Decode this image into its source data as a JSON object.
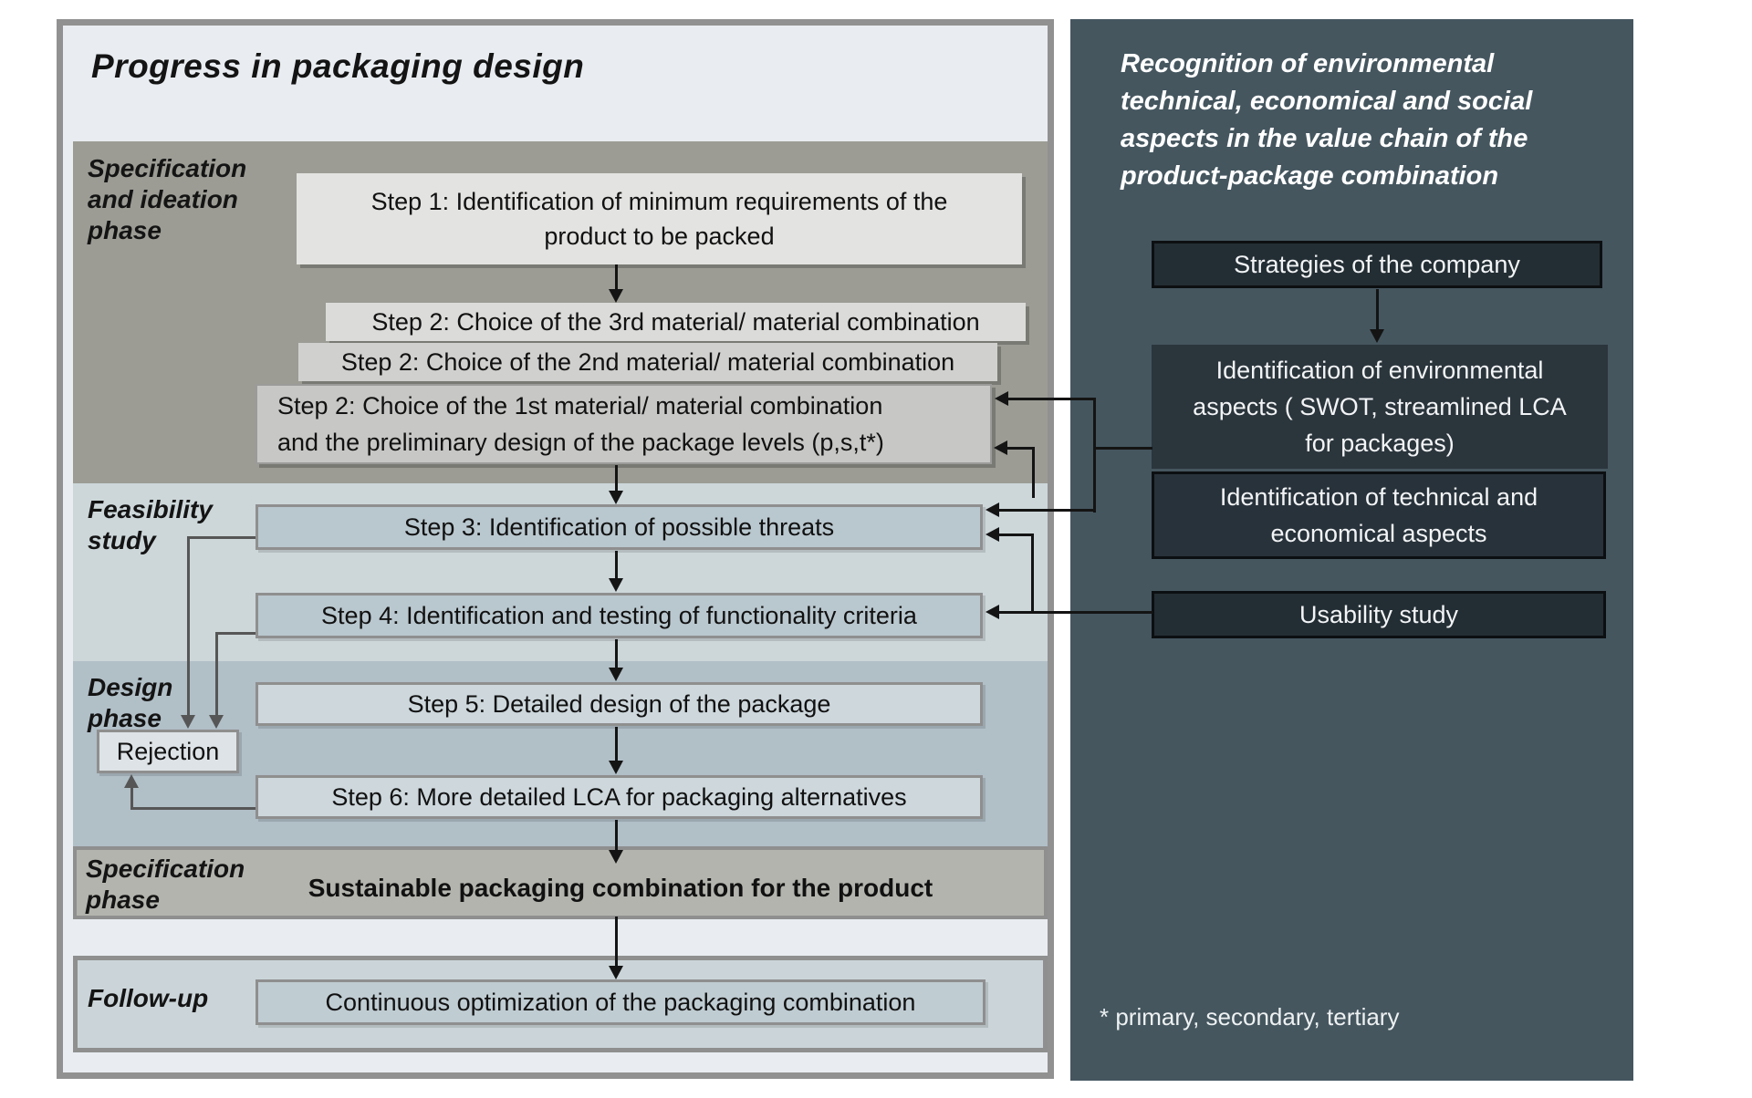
{
  "colors": {
    "page_bg": "#ffffff",
    "left_panel_bg": "#e9edf1",
    "left_panel_border": "#919191",
    "dark_panel_bg": "#45565f",
    "spec_ideation_bg": "#9c9c95",
    "feasibility_bg": "#cdd7da",
    "design_bg": "#b1bfc7",
    "spec_phase_bg": "#b4b4ae",
    "follow_up_bg": "#cbd5d9",
    "dark_box_bg": "#232e34",
    "dark_box_border": "#0c0f11",
    "arrow_black": "#141414",
    "arrow_gray": "#565656"
  },
  "left_panel": {
    "title": "Progress in packaging design",
    "phases": {
      "spec_ideation": "Specification and ideation phase",
      "feasibility": "Feasibility study",
      "design": "Design phase",
      "specification": "Specification phase",
      "follow_up": "Follow-up"
    },
    "steps": {
      "step1_line1": "Step 1: Identification of minimum requirements of the",
      "step1_line2": "product to be packed",
      "step2_third": "Step 2:  Choice of the 3rd material/ material combination",
      "step2_second": "Step 2:  Choice of the 2nd material/ material combination",
      "step2_first_line1": "Step 2:  Choice of the 1st material/ material combination",
      "step2_first_line2": "and the preliminary design of the package levels (p,s,t*)",
      "step3": "Step 3:  Identification of possible threats",
      "step4": "Step 4:  Identification and testing of functionality criteria",
      "step5": "Step 5:  Detailed design of the package",
      "step6": "Step 6:  More detailed LCA for packaging alternatives",
      "rejection": "Rejection",
      "sustainable": "Sustainable packaging combination for the product",
      "continuous": "Continuous optimization of the packaging combination"
    }
  },
  "right_panel": {
    "title_lines": [
      "Recognition of environmental",
      "technical, economical and social",
      "aspects in the value chain of the",
      "product-package combination"
    ],
    "boxes": {
      "strategies": "Strategies of the company",
      "env_line1": "Identification of environmental",
      "env_line2": "aspects ( SWOT, streamlined LCA",
      "env_line3": "for packages)",
      "tech_line1": "Identification of technical and",
      "tech_line2": "economical aspects",
      "usability": "Usability study"
    },
    "footnote": "* primary, secondary, tertiary"
  }
}
